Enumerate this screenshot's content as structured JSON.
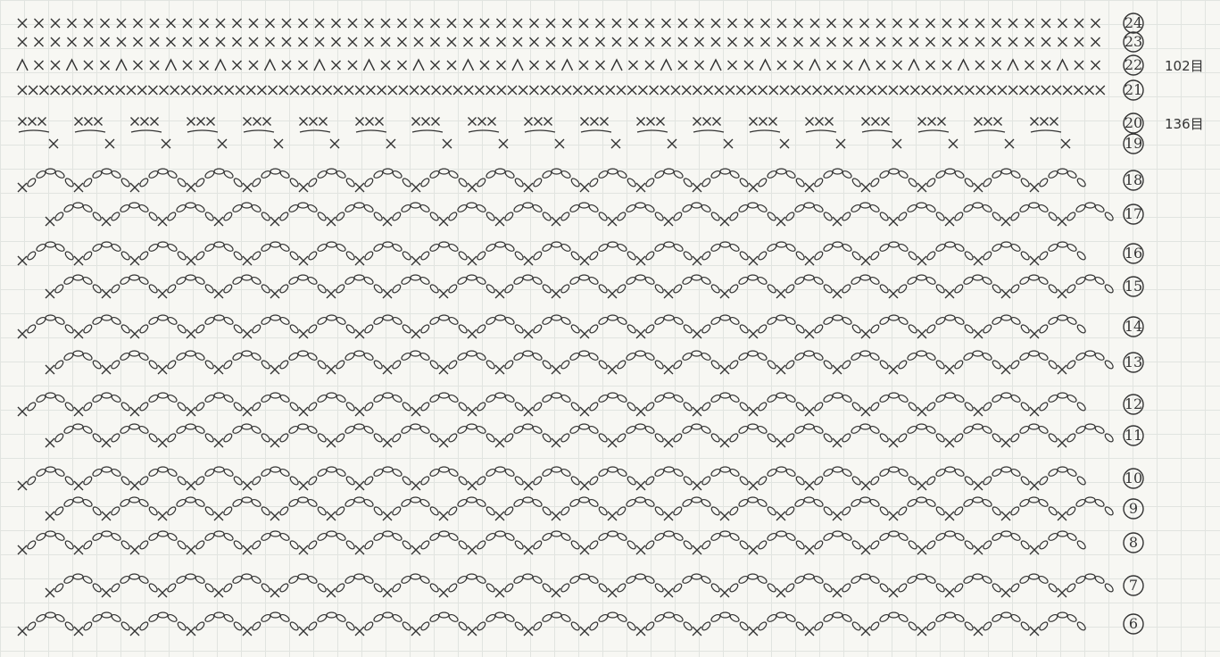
{
  "rows": [
    {
      "row": "24",
      "type": "sc"
    },
    {
      "row": "23",
      "type": "sc"
    },
    {
      "row": "22",
      "type": "dec",
      "count": "102目"
    },
    {
      "row": "21",
      "type": "sc-dense"
    },
    {
      "row": "20",
      "type": "sc-grouped",
      "count": "136目"
    },
    {
      "row": "19",
      "type": "sc-sparse"
    },
    {
      "row": "18",
      "type": "arch"
    },
    {
      "row": "17",
      "type": "arch"
    },
    {
      "row": "16",
      "type": "arch"
    },
    {
      "row": "15",
      "type": "arch"
    },
    {
      "row": "14",
      "type": "arch"
    },
    {
      "row": "13",
      "type": "arch"
    },
    {
      "row": "12",
      "type": "arch"
    },
    {
      "row": "11",
      "type": "arch"
    },
    {
      "row": "10",
      "type": "arch"
    },
    {
      "row": "9",
      "type": "arch"
    },
    {
      "row": "8",
      "type": "arch"
    },
    {
      "row": "7",
      "type": "arch"
    },
    {
      "row": "6",
      "type": "arch"
    }
  ],
  "colors": {
    "ink": "#333333",
    "paper": "#f7f7f3",
    "grid": "#d9dcd8"
  }
}
